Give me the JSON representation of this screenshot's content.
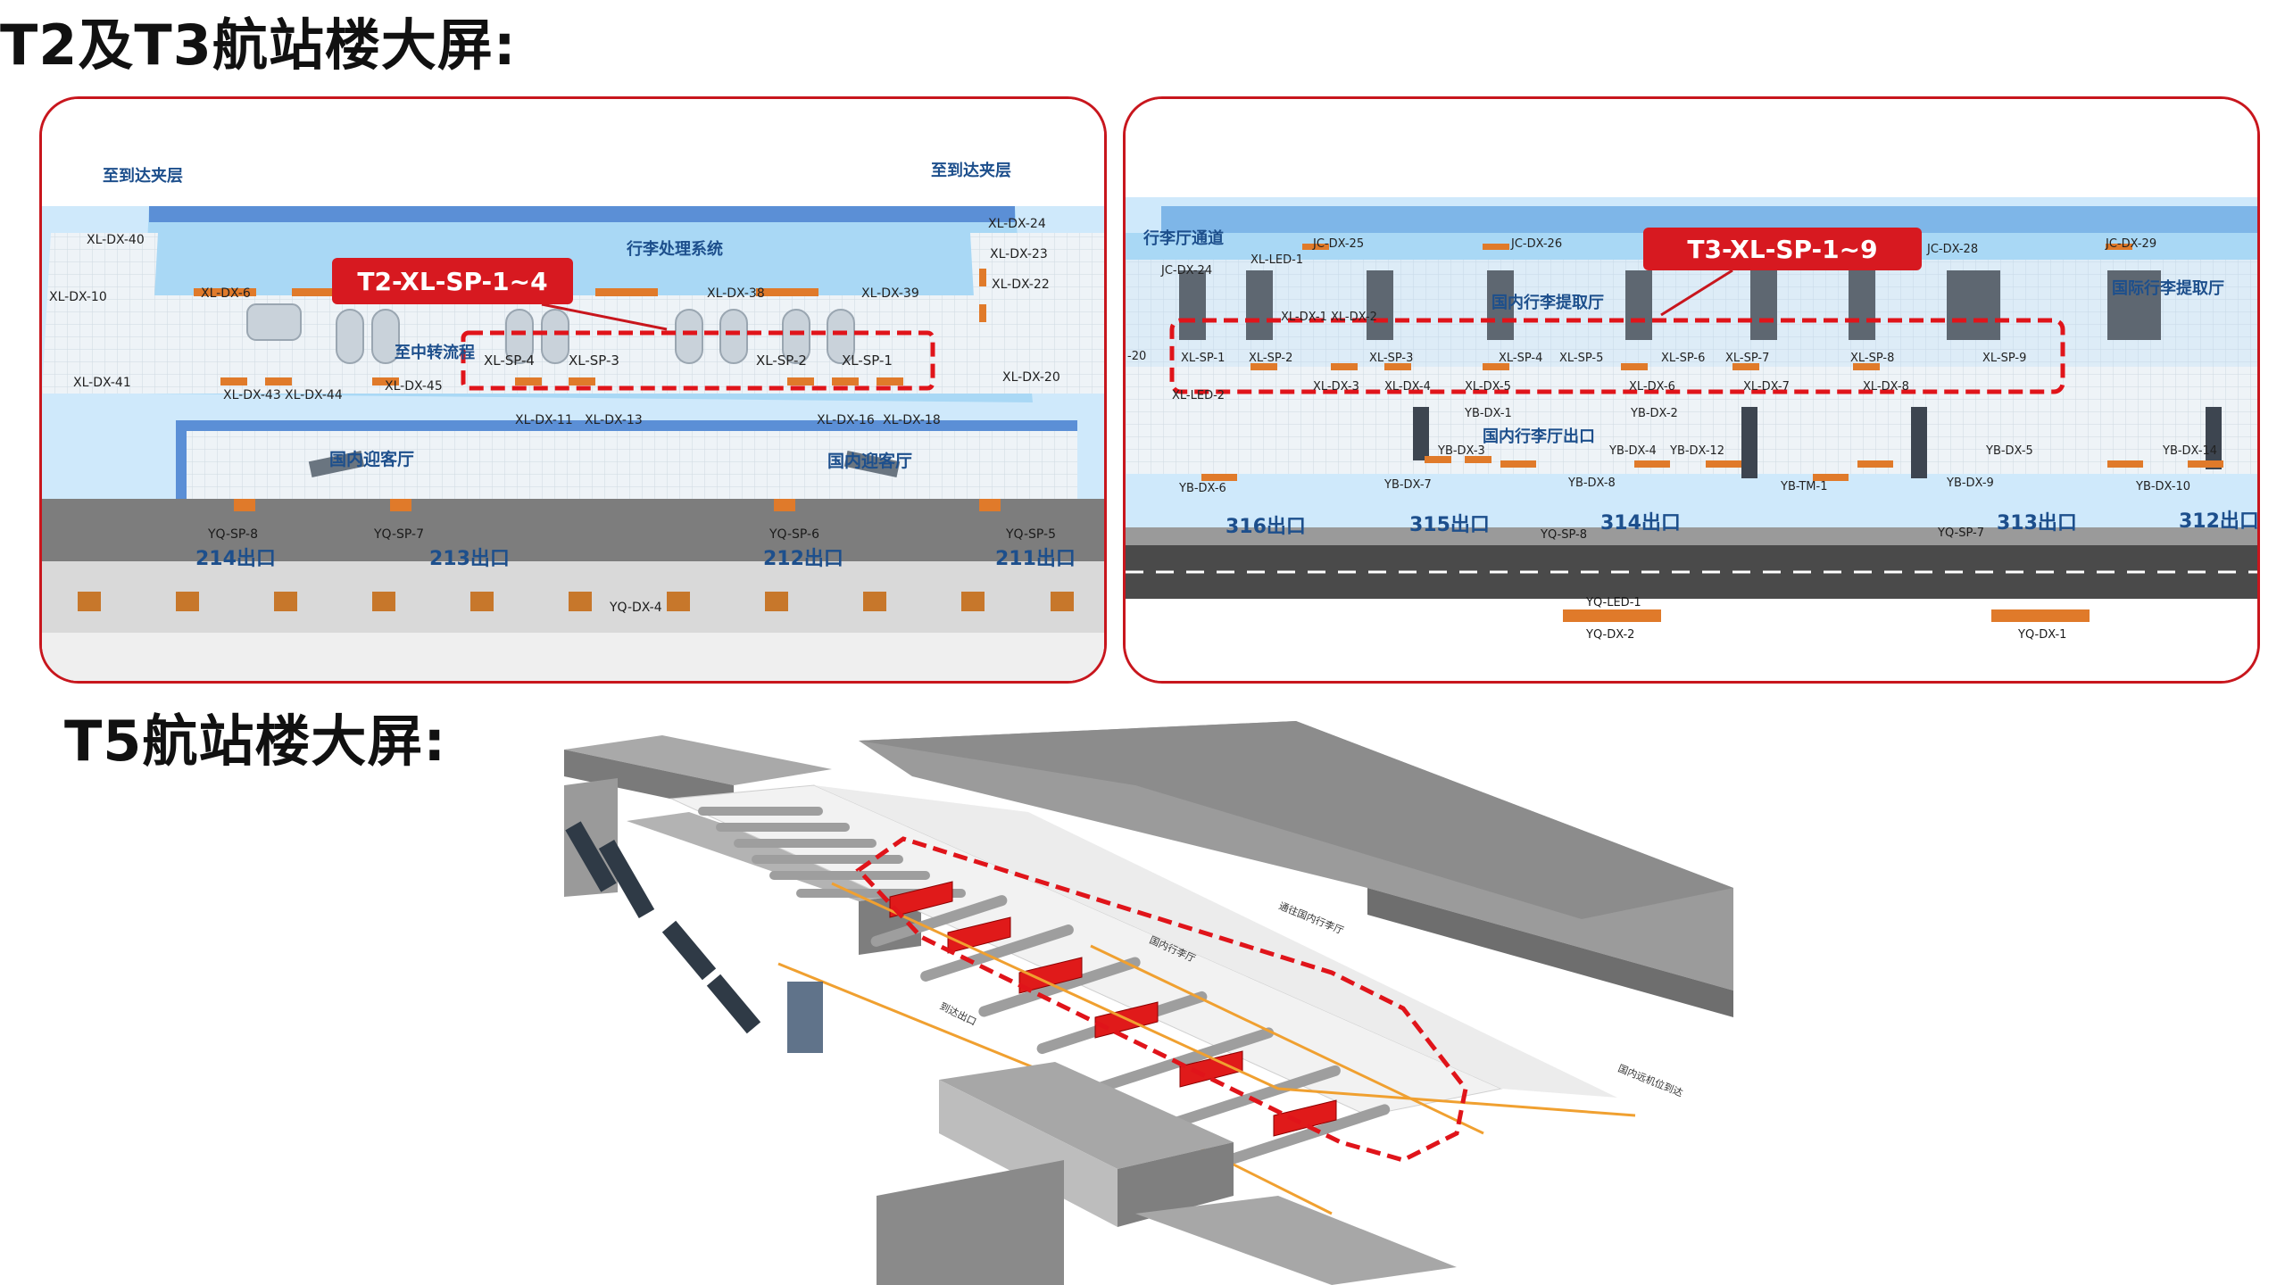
{
  "headings": {
    "t2t3": "T2及T3航站楼大屏:",
    "t5": "T5航站楼大屏:"
  },
  "t2": {
    "callout": "T2-XL-SP-1~4",
    "areas": {
      "mezz_left": "至到达夹层",
      "mezz_right": "至到达夹层",
      "baggage": "行李处理系统",
      "transfer": "至中转流程",
      "arrival_left": "国内迎客厅",
      "arrival_right": "国内迎客厅"
    },
    "screens": [
      "XL-SP-4",
      "XL-SP-3",
      "XL-SP-2",
      "XL-SP-1"
    ],
    "dx": {
      "d40": "XL-DX-40",
      "d10": "XL-DX-10",
      "d41": "XL-DX-41",
      "d6": "XL-DX-6",
      "d43": "XL-DX-43",
      "d44": "XL-DX-44",
      "d45": "XL-DX-45",
      "d38": "XL-DX-38",
      "d39": "XL-DX-39",
      "d24": "XL-DX-24",
      "d23": "XL-DX-23",
      "d22": "XL-DX-22",
      "d20": "XL-DX-20",
      "d11": "XL-DX-11",
      "d13": "XL-DX-13",
      "d16": "XL-DX-16",
      "d18": "XL-DX-18"
    },
    "yq": {
      "sp8": "YQ-SP-8",
      "sp7": "YQ-SP-7",
      "sp6": "YQ-SP-6",
      "sp5": "YQ-SP-5",
      "dx4": "YQ-DX-4"
    },
    "exits": [
      "214出口",
      "213出口",
      "212出口",
      "211出口"
    ]
  },
  "t3": {
    "callout": "T3-XL-SP-1~9",
    "areas": {
      "corridor": "行李厅通道",
      "dom_claim": "国内行李提取厅",
      "intl_claim": "国际行李提取厅",
      "dom_exit": "国内行李厅出口"
    },
    "screens": [
      "XL-SP-1",
      "XL-SP-2",
      "XL-SP-3",
      "XL-SP-4",
      "XL-SP-5",
      "XL-SP-6",
      "XL-SP-7",
      "XL-SP-8",
      "XL-SP-9"
    ],
    "jc": {
      "j24": "JC-DX-24",
      "j25": "JC-DX-25",
      "j26": "JC-DX-26",
      "j28": "JC-DX-28",
      "j29": "JC-DX-29"
    },
    "xl": {
      "led1": "XL-LED-1",
      "dx1": "XL-DX-1",
      "dx2": "XL-DX-2",
      "dx3": "XL-DX-3",
      "dx4": "XL-DX-4",
      "dx5": "XL-DX-5",
      "dx6": "XL-DX-6",
      "dx7": "XL-DX-7",
      "dx8": "XL-DX-8",
      "led2": "XL-LED-2",
      "n20": "-20"
    },
    "yb": {
      "d1": "YB-DX-1",
      "d2": "YB-DX-2",
      "d3": "YB-DX-3",
      "d4": "YB-DX-4",
      "d12": "YB-DX-12",
      "d5": "YB-DX-5",
      "d14": "YB-DX-14",
      "d6": "YB-DX-6",
      "d7": "YB-DX-7",
      "d8": "YB-DX-8",
      "tm1": "YB-TM-1",
      "d9": "YB-DX-9",
      "d10": "YB-DX-10"
    },
    "yq": {
      "sp8": "YQ-SP-8",
      "sp7": "YQ-SP-7",
      "led1": "YQ-LED-1",
      "dx2": "YQ-DX-2",
      "dx1": "YQ-DX-1"
    },
    "exits": [
      "316出口",
      "315出口",
      "314出口",
      "313出口",
      "312出口"
    ]
  },
  "t5": {
    "labels": {
      "dom_hall": "通往国内行李厅",
      "dom_claim": "国内行李厅",
      "arrival_exit": "到达出口",
      "remote_stand": "国内远机位到达"
    }
  },
  "colors": {
    "accent_red": "#c8161d",
    "sky": "#a9d8f5",
    "wall": "#5b8fd6",
    "counter": "#e07a2a",
    "label_blue": "#1d4f8c",
    "road": "#4a4a4a",
    "grey_roof": "#9a9a9a"
  }
}
